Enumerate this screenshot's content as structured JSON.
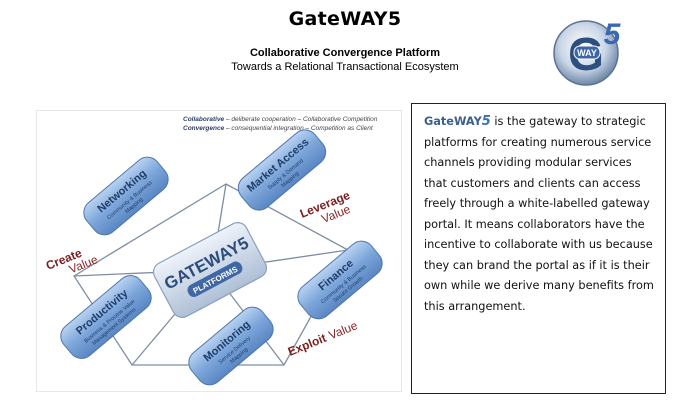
{
  "header": {
    "title": "GateWAY5",
    "subtitle": "Collaborative Convergence Platform",
    "tagline": "Towards a Relational Transactional Ecosystem"
  },
  "logo": {
    "letter": "G",
    "word": "WAY",
    "number": "5",
    "icon": "gateway5-logo-icon"
  },
  "diagram": {
    "legend": [
      {
        "term": "Collaborative",
        "desc": " – deliberate cooperation – Collaborative Competition"
      },
      {
        "term": "Convergence",
        "desc": " – consequential integration – Competition as Client"
      }
    ],
    "center": {
      "line1": "GATEWAY5",
      "line2": "PLATFORMS"
    },
    "nodes": [
      {
        "title": "Networking",
        "line1": "Community & Business",
        "line2": "Mapping"
      },
      {
        "title": "Market Access",
        "line1": "Supply & Demand",
        "line2": "Mapping"
      },
      {
        "title": "Finance",
        "line1": "Community & Business",
        "line2": "Secure Growth"
      },
      {
        "title": "Monitoring",
        "line1": "Service Delivery",
        "line2": "Mapping"
      },
      {
        "title": "Productivity",
        "line1": "Business & Process Value",
        "line2": "Management Systems"
      }
    ],
    "value_labels": [
      {
        "verb": "Create",
        "noun": "Value"
      },
      {
        "verb": "Leverage",
        "noun": "Value"
      },
      {
        "verb": "Exploit",
        "noun": "Value"
      }
    ]
  },
  "description": {
    "brand": "GateWAY",
    "brand_number": "5",
    "text": " is the gateway to strategic platforms for creating numerous service channels providing modular services that customers and clients can access freely through a white-labelled gateway portal. It means collaborators have the incentive to collaborate with us because they can brand the portal as if it is their own while we derive many benefits from this arrangement."
  },
  "colors": {
    "node_fill": "#6f9bd2",
    "node_text": "#1e3d6b",
    "value_verb": "#7a1d1d",
    "value_noun": "#8a2a2a",
    "brand_blue": "#3b5f8f"
  }
}
